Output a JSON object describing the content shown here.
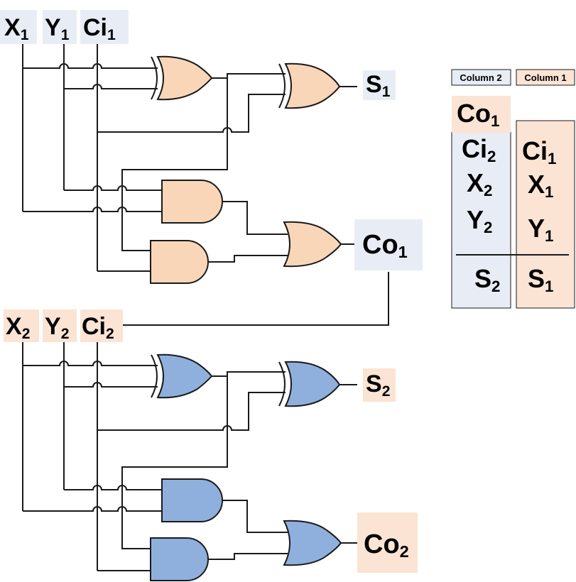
{
  "colors": {
    "orange_fill": "#f9d6b8",
    "blue_fill": "#8fb0dd",
    "blue_label_bg": "#e8edf5",
    "orange_label_bg": "#fbe4d4",
    "line": "#1a1a1a"
  },
  "adder1": {
    "inputs": [
      {
        "base": "X",
        "sub": "1"
      },
      {
        "base": "Y",
        "sub": "1"
      },
      {
        "base": "Ci",
        "sub": "1"
      }
    ],
    "sum": {
      "base": "S",
      "sub": "1"
    },
    "carry": {
      "base": "Co",
      "sub": "1"
    }
  },
  "adder2": {
    "inputs": [
      {
        "base": "X",
        "sub": "2"
      },
      {
        "base": "Y",
        "sub": "2"
      },
      {
        "base": "Ci",
        "sub": "2"
      }
    ],
    "sum": {
      "base": "S",
      "sub": "2"
    },
    "carry": {
      "base": "Co",
      "sub": "2"
    }
  },
  "addition_table": {
    "column2_header": "Column 2",
    "column1_header": "Column 1",
    "carry_out": {
      "base": "Co",
      "sub": "1"
    },
    "column2_rows": [
      {
        "base": "Ci",
        "sub": "2"
      },
      {
        "base": "X",
        "sub": "2"
      },
      {
        "base": "Y",
        "sub": "2"
      }
    ],
    "column1_rows": [
      {
        "base": "Ci",
        "sub": "1"
      },
      {
        "base": "X",
        "sub": "1"
      },
      {
        "base": "Y",
        "sub": "1"
      }
    ],
    "column2_result": {
      "base": "S",
      "sub": "2"
    },
    "column1_result": {
      "base": "S",
      "sub": "1"
    }
  }
}
